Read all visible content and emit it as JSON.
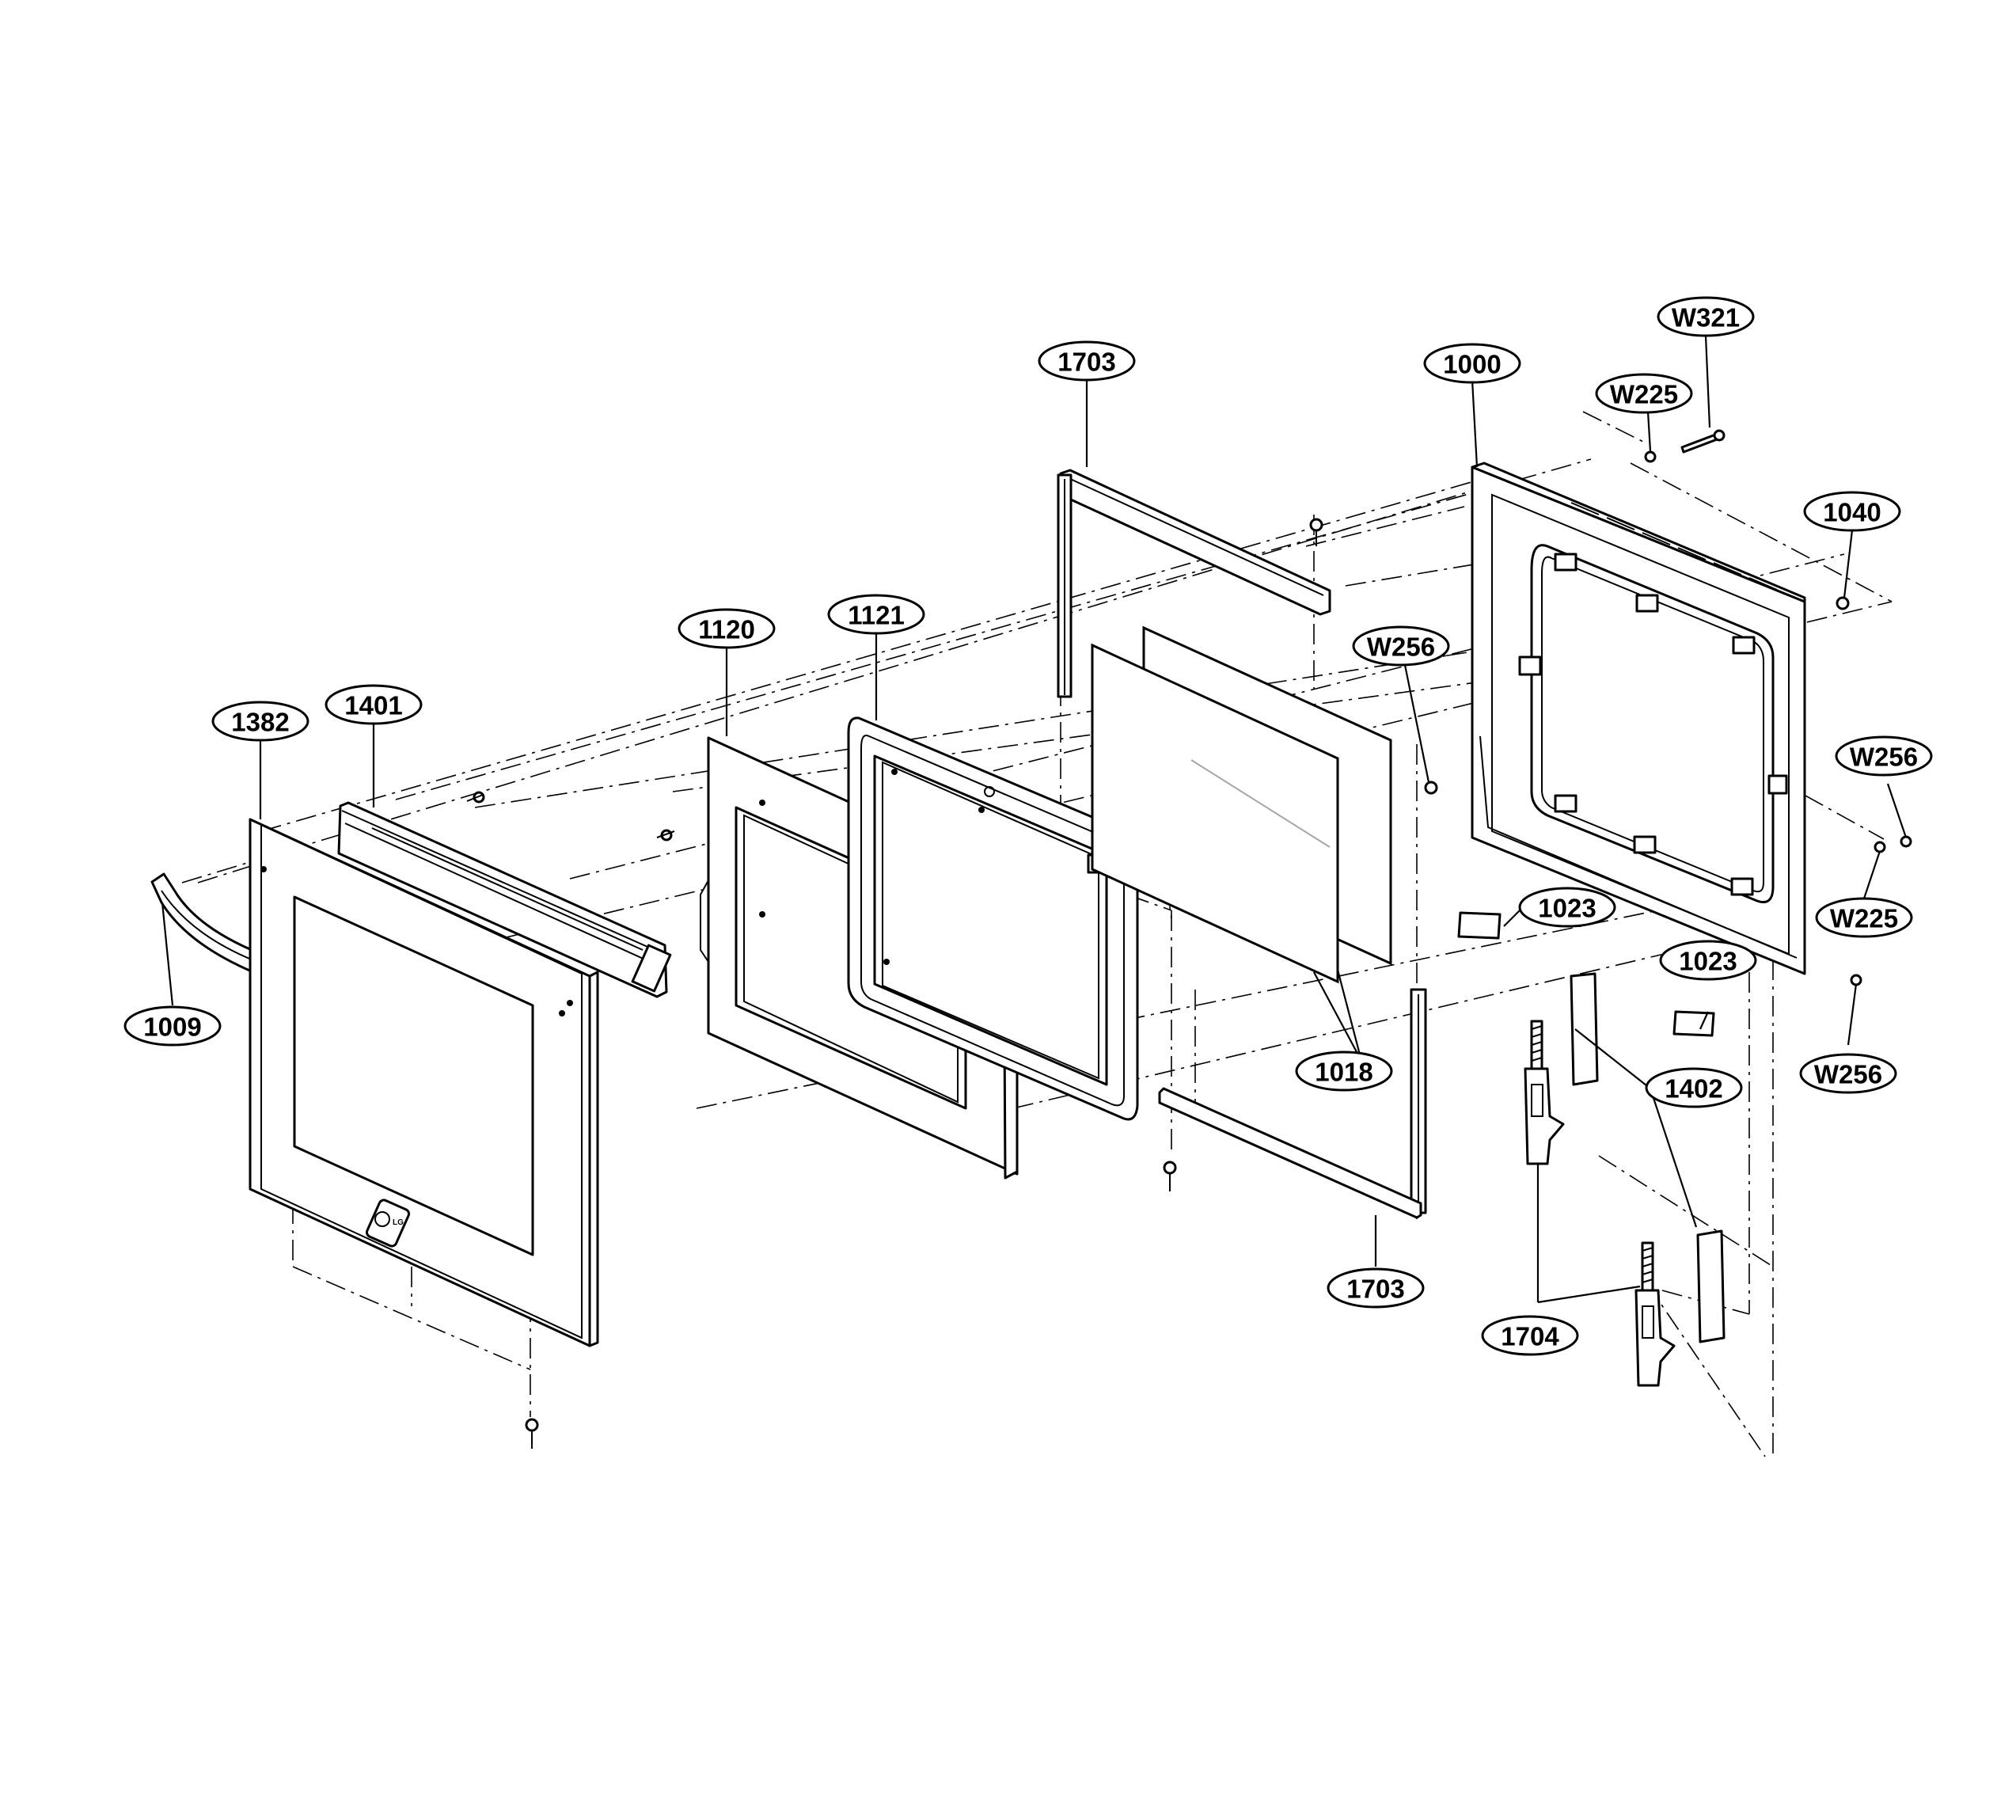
{
  "callouts": [
    {
      "id": "c1703a",
      "text": "1703"
    },
    {
      "id": "c1000",
      "text": "1000"
    },
    {
      "id": "cW321",
      "text": "W321"
    },
    {
      "id": "cW225a",
      "text": "W225"
    },
    {
      "id": "c1040",
      "text": "1040"
    },
    {
      "id": "cW256a",
      "text": "W256"
    },
    {
      "id": "c1121",
      "text": "1121"
    },
    {
      "id": "c1120",
      "text": "1120"
    },
    {
      "id": "c1382",
      "text": "1382"
    },
    {
      "id": "c1401",
      "text": "1401"
    },
    {
      "id": "cW256b",
      "text": "W256"
    },
    {
      "id": "cW225b",
      "text": "W225"
    },
    {
      "id": "c1023a",
      "text": "1023"
    },
    {
      "id": "c1023b",
      "text": "1023"
    },
    {
      "id": "c1009",
      "text": "1009"
    },
    {
      "id": "c1018",
      "text": "1018"
    },
    {
      "id": "c1402",
      "text": "1402"
    },
    {
      "id": "cW256c",
      "text": "W256"
    },
    {
      "id": "c1703b",
      "text": "1703"
    },
    {
      "id": "c1704",
      "text": "1704"
    }
  ]
}
